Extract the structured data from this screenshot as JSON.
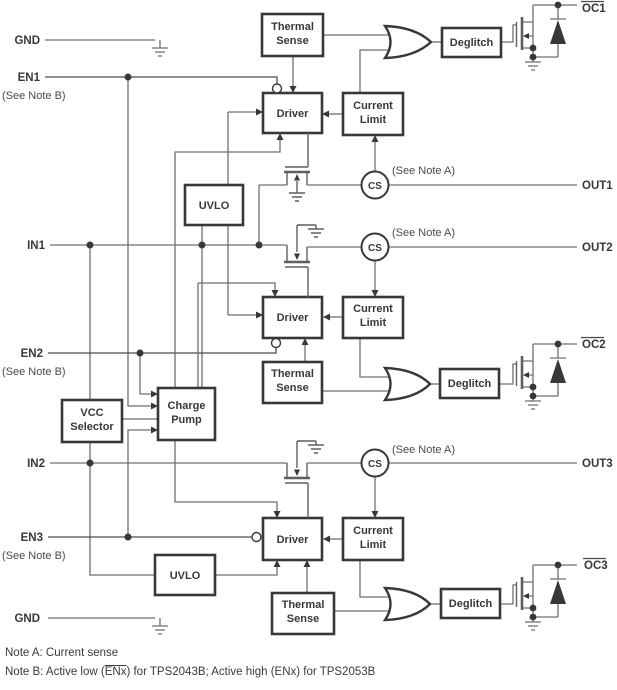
{
  "labels": {
    "gnd": "GND",
    "en1": "EN1",
    "in1": "IN1",
    "en2": "EN2",
    "in2": "IN2",
    "en3": "EN3",
    "see_note_b": "(See Note B)",
    "see_note_a": "(See Note A)",
    "out1": "OUT1",
    "out2": "OUT2",
    "out3": "OUT3",
    "oc1": "OC1",
    "oc2": "OC2",
    "oc3": "OC3"
  },
  "blocks": {
    "thermal1": "Thermal",
    "thermal2": "Sense",
    "driver": "Driver",
    "climit1": "Current",
    "climit2": "Limit",
    "deglitch": "Deglitch",
    "uvlo": "UVLO",
    "vcc1": "VCC",
    "vcc2": "Selector",
    "cp1": "Charge",
    "cp2": "Pump",
    "cs": "CS"
  },
  "notes": {
    "a": "Note A: Current sense",
    "b1": "Note B: Active low (",
    "b2": "ENx",
    "b3": ") for TPS2043B; Active high (ENx) for TPS2053B"
  },
  "colors": {
    "wire": "#6f6f6f",
    "ink": "#383838"
  }
}
